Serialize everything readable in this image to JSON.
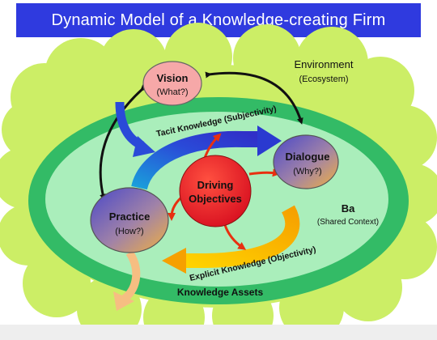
{
  "title": "Dynamic Model of a Knowledge-creating Firm",
  "environment": {
    "label": "Environment",
    "sublabel": "(Ecosystem)"
  },
  "nodes": {
    "vision": {
      "label": "Vision",
      "sublabel": "(What?)"
    },
    "dialogue": {
      "label": "Dialogue",
      "sublabel": "(Why?)"
    },
    "practice": {
      "label": "Practice",
      "sublabel": "(How?)"
    },
    "driving": {
      "line1": "Driving",
      "line2": "Objectives"
    }
  },
  "ba": {
    "label": "Ba",
    "sublabel": "(Shared Context)"
  },
  "flows": {
    "tacit": "Tacit Knowledge (Subjectivity)",
    "explicit": "Explicit Knowledge (Objectivity)"
  },
  "assets": "Knowledge Assets",
  "colors": {
    "title_bar": "#2f3adf",
    "environment": "#ccee66",
    "assets_ring": "#33bb66",
    "ba_field": "#aaeebb",
    "tacit_arrow": "#2a4ad8",
    "explicit_arrow": "#f2b400",
    "driving": "#e8202e",
    "vision": "#f6a8a8",
    "red_arrows": "#e83010"
  }
}
